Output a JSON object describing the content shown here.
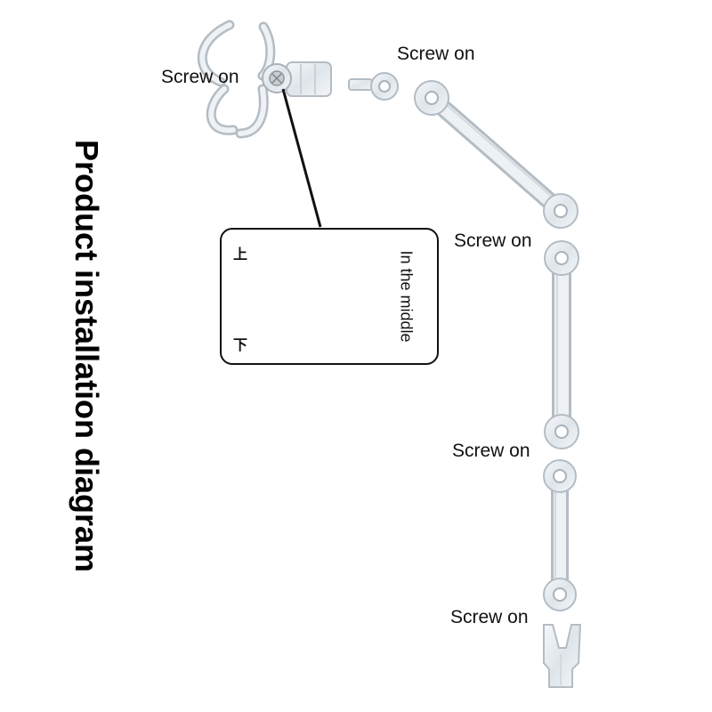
{
  "title": "Product installation diagram",
  "labels": {
    "screw_on_1": "Screw on",
    "screw_on_2": "Screw on",
    "screw_on_3": "Screw on",
    "screw_on_4": "Screw on",
    "screw_on_5": "Screw on"
  },
  "inset": {
    "side_label": "In the middle",
    "top_mark": "上",
    "bottom_mark": "下"
  },
  "colors": {
    "part_fill": "#e9eef2",
    "part_stroke": "#b4bcc4",
    "outline": "#111111"
  }
}
